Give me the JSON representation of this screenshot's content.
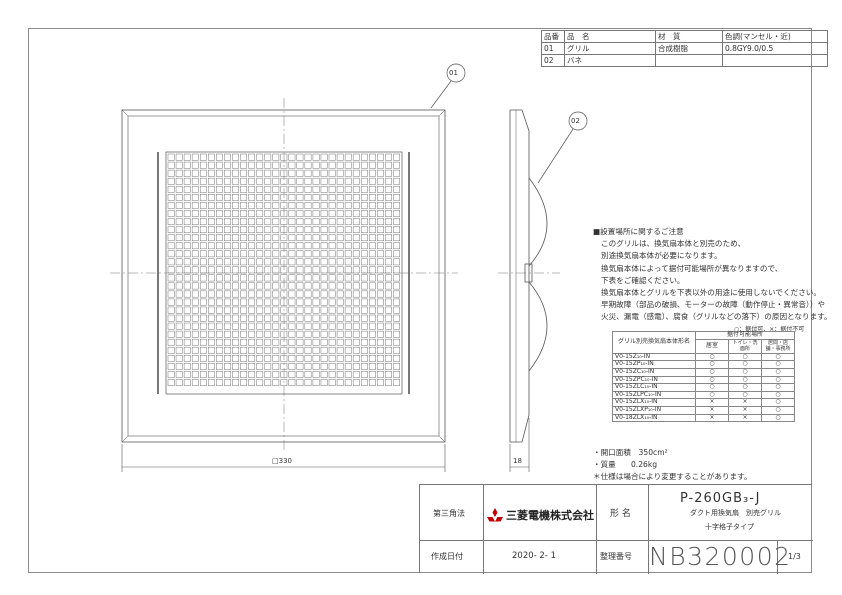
{
  "parts_table": {
    "headers": [
      "品番",
      "品　名",
      "材　質",
      "色調(マンセル・近)"
    ],
    "rows": [
      [
        "01",
        "グリル",
        "合成樹脂",
        "0.8GY9.0/0.5"
      ],
      [
        "02",
        "バネ",
        "",
        ""
      ]
    ]
  },
  "callouts": {
    "c01": "01",
    "c02": "02"
  },
  "dimensions": {
    "width": "□330",
    "depth": "18"
  },
  "notes": {
    "heading": "■設置場所に関するご注意",
    "lines": [
      "このグリルは、換気扇本体と別売のため、",
      "別途換気扇本体が必要になります。",
      "換気扇本体によって据付可能場所が異なりますので、",
      "下表をご確認ください。",
      "換気扇本体とグリルを下表以外の用途に使用しないでください。",
      "早期故障（部品の破損、モーターの故障（動作停止・異常音））や",
      "火災、漏電（感電）、腐食（グリルなどの落下）の原因となります。"
    ]
  },
  "compat_table": {
    "legend": "○：据付可、×：据付不可",
    "col_main": "グリル別売換気扇本体形名",
    "col_group": "据付可能場所",
    "col_heads": [
      "居室",
      "トイレ・洗面所",
      "居間・店舗・事務所"
    ],
    "rows": [
      [
        "V0-15Z₁₀-IN",
        "○",
        "○",
        "○"
      ],
      [
        "V0-15ZP₁₀-IN",
        "○",
        "○",
        "○"
      ],
      [
        "V0-15ZC₁₀-IN",
        "○",
        "○",
        "○"
      ],
      [
        "V0-15ZPC₁₀-IN",
        "○",
        "○",
        "○"
      ],
      [
        "V0-15ZLC₁₀-IN",
        "○",
        "○",
        "○"
      ],
      [
        "V0-15ZLPC₁₀-IN",
        "○",
        "○",
        "○"
      ],
      [
        "V0-15ZLX₁₀-IN",
        "×",
        "×",
        "○"
      ],
      [
        "V0-15ZLXP₁₀-IN",
        "×",
        "×",
        "○"
      ],
      [
        "V0-18ZLX₁₀-IN",
        "×",
        "×",
        "○"
      ]
    ]
  },
  "specs": [
    "・開口面積　350cm²",
    "・質量　　0.26kg",
    "＊仕様は場合により変更することがあります。"
  ],
  "title_block": {
    "angle_label": "第三角法",
    "company": "三菱電機株式会社",
    "model_label": "形 名",
    "model": "P-260GB₃-J",
    "desc1": "ダクト用換気扇　別売グリル",
    "desc2": "十字格子タイプ",
    "date_label": "作成日付",
    "date": "2020- 2- 1",
    "ref_label": "整理番号",
    "ref": "NB320002",
    "page": "1/3",
    "colors": {
      "logo": "#c00000",
      "line": "#777777"
    }
  }
}
